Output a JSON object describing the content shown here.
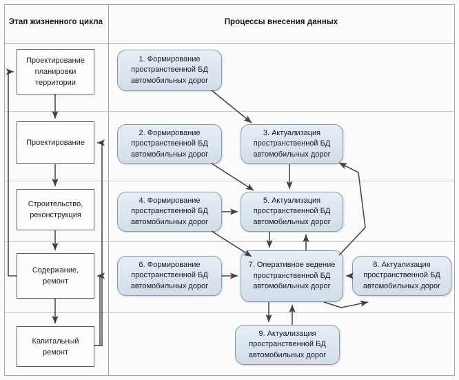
{
  "header": {
    "col_stage": "Этап жизненного цикла",
    "col_process": "Процессы  внесения данных"
  },
  "stages": [
    {
      "id": "stage-planning",
      "label": "Проектирование планировки территории"
    },
    {
      "id": "stage-design",
      "label": "Проектирование"
    },
    {
      "id": "stage-construction",
      "label": "Строительство, реконструкция"
    },
    {
      "id": "stage-maintenance",
      "label": "Содержание, ремонт"
    },
    {
      "id": "stage-capital-repair",
      "label": "Капитальный ремонт"
    }
  ],
  "processes": [
    {
      "id": "process-1",
      "number": "1.",
      "title": "1. Формирование пространственной БД автомобильных дорог"
    },
    {
      "id": "process-2",
      "number": "2.",
      "title": "2. Формирование пространственной БД автомобильных дорог"
    },
    {
      "id": "process-3",
      "number": "3.",
      "title": "3. Актуализация пространственной БД автомобильных дорог"
    },
    {
      "id": "process-4",
      "number": "4.",
      "title": "4. Формирование пространственной БД автомобильных дорог"
    },
    {
      "id": "process-5",
      "number": "5.",
      "title": "5. Актуализация пространственной БД автомобильных дорог"
    },
    {
      "id": "process-6",
      "number": "6.",
      "title": "6. Формирование пространственной  БД автомобильных  дорог"
    },
    {
      "id": "process-7",
      "number": "7.",
      "title": "7. Оперативное ведение пространственной БД автомобильных дорог"
    },
    {
      "id": "process-8",
      "number": "8.",
      "title": "8. Актуализация пространственной  БД автомобильных  дорог"
    },
    {
      "id": "process-9",
      "number": "9.",
      "title": "9. Актуализация пространственной БД автомобильных дорог"
    }
  ],
  "colors": {
    "process_fill": "#dce6f0",
    "process_border": "#8a9aab",
    "stage_border": "#5b5b5b",
    "grid_line": "#c9c9c9",
    "outer_border": "#a6a6a6",
    "connector": "#404040",
    "page_background": "#fbfbfb"
  },
  "connections": [
    {
      "from": "stage-planning",
      "to": "stage-design",
      "kind": "down-arrow"
    },
    {
      "from": "stage-design",
      "to": "stage-construction",
      "kind": "down-arrow"
    },
    {
      "from": "stage-construction",
      "to": "stage-maintenance",
      "kind": "down-arrow"
    },
    {
      "from": "stage-maintenance",
      "to": "stage-capital-repair",
      "kind": "down-arrow"
    },
    {
      "from": "stage-maintenance",
      "to": "stage-planning",
      "kind": "left-feedback-loop"
    },
    {
      "from": "stage-capital-repair",
      "to": "stage-design",
      "kind": "right-feedback-loop"
    },
    {
      "from": "stage-capital-repair",
      "to": "stage-maintenance",
      "kind": "right-feedback-loop"
    },
    {
      "from": "process-1",
      "to": "process-3",
      "kind": "diagonal-arrow"
    },
    {
      "from": "process-2",
      "to": "process-5",
      "kind": "diagonal-arrow"
    },
    {
      "from": "process-3",
      "to": "process-5",
      "kind": "down-arrow"
    },
    {
      "from": "process-4",
      "to": "process-5",
      "kind": "right-arrow"
    },
    {
      "from": "process-4",
      "to": "process-7",
      "kind": "diagonal-arrow"
    },
    {
      "from": "process-5",
      "to": "process-7",
      "kind": "down-arrow"
    },
    {
      "from": "process-7",
      "to": "process-5",
      "kind": "up-arrow"
    },
    {
      "from": "process-6",
      "to": "process-7",
      "kind": "right-arrow"
    },
    {
      "from": "process-8",
      "to": "process-7",
      "kind": "left-arrow"
    },
    {
      "from": "process-7",
      "to": "process-8",
      "kind": "curved-arrow"
    },
    {
      "from": "process-7",
      "to": "process-3",
      "kind": "curved-up-arrow"
    },
    {
      "from": "process-7",
      "to": "process-9",
      "kind": "down-arrow"
    },
    {
      "from": "process-9",
      "to": "process-7",
      "kind": "up-arrow"
    }
  ]
}
